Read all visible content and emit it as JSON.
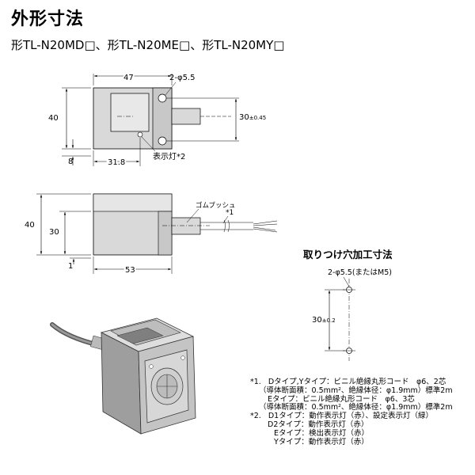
{
  "title": "外形寸法",
  "subtitle": "形TL-N20MD□、形TL-N20ME□、形TL-N20MY□",
  "top_view": {
    "dim_width": "47",
    "dim_height": "40",
    "dim_hole": "2-φ5.5",
    "dim_holes_pitch": "30",
    "dim_holes_tol": "±0.45",
    "dim_offset_bottom": "8",
    "dim_hole_offset": "31.8",
    "indicator_label": "表示灯*2"
  },
  "side_view": {
    "dim_height": "40",
    "dim_inner": "30",
    "dim_length": "53",
    "dim_base": "1",
    "bushing_label": "ゴムブッシュ",
    "cable_note_ref": "*1"
  },
  "mounting": {
    "title": "取りつけ穴加工寸法",
    "hole_label": "2-φ5.5(またはM5)",
    "pitch": "30",
    "pitch_tol": "±0.2"
  },
  "notes": {
    "n1_head": "*1.",
    "n1_line1": "Dタイプ,Yタイプ：ビニル絶縁丸形コード　φ6、2芯",
    "n1_line2": "（導体断面積：0.5mm²、絶縁体径：φ1.9mm）標準2m",
    "n1_line3": "Eタイプ：ビニル絶縁丸形コード　φ6、3芯",
    "n1_line4": "（導体断面積：0.5mm²、絶縁体径：φ1.9mm）標準2m",
    "n2_head": "*2.",
    "n2_line1": "D1タイプ：動作表示灯（赤）、設定表示灯（緑）",
    "n2_line2": "D2タイプ：動作表示灯（赤）",
    "n2_line3": "Eタイプ：検出表示灯（赤）",
    "n2_line4": "Yタイプ：動作表示灯（赤）"
  },
  "colors": {
    "body_fill": "#d9d9d9",
    "line": "#000000"
  }
}
